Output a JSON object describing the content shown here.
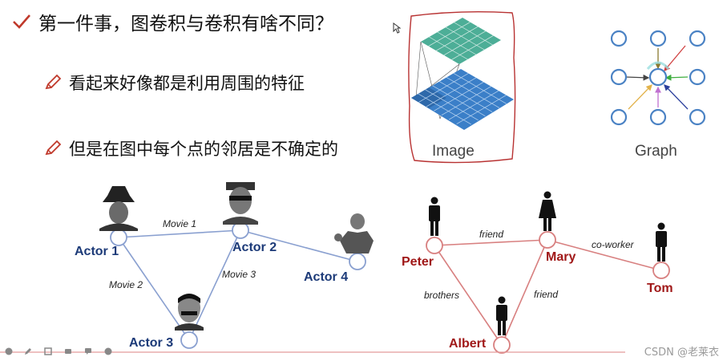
{
  "bullets": {
    "main": "第一件事，图卷积与卷积有啥不同？",
    "point1": "看起来好像都是利用周围的特征",
    "point2": "但是在图中每个点的邻居是不确定的"
  },
  "panels": {
    "image_label": "Image",
    "graph_label": "Graph"
  },
  "actor_graph": {
    "nodes": [
      "Actor 1",
      "Actor 2",
      "Actor 3",
      "Actor 4"
    ],
    "edges": [
      "Movie 1",
      "Movie 2",
      "Movie 3"
    ]
  },
  "people_graph": {
    "nodes": [
      "Peter",
      "Mary",
      "Tom",
      "Albert"
    ],
    "edges": [
      "friend",
      "co-worker",
      "brothers",
      "friend"
    ]
  },
  "watermark": "CSDN @老莱衣",
  "colors": {
    "actor_node": "#1c3a78",
    "actor_edge": "#8aa0d0",
    "people_node": "#a01818",
    "people_edge": "#d88080",
    "check": "#c0392b",
    "graph_circle": "#4a82c4",
    "grid": "#3b7fc8"
  }
}
